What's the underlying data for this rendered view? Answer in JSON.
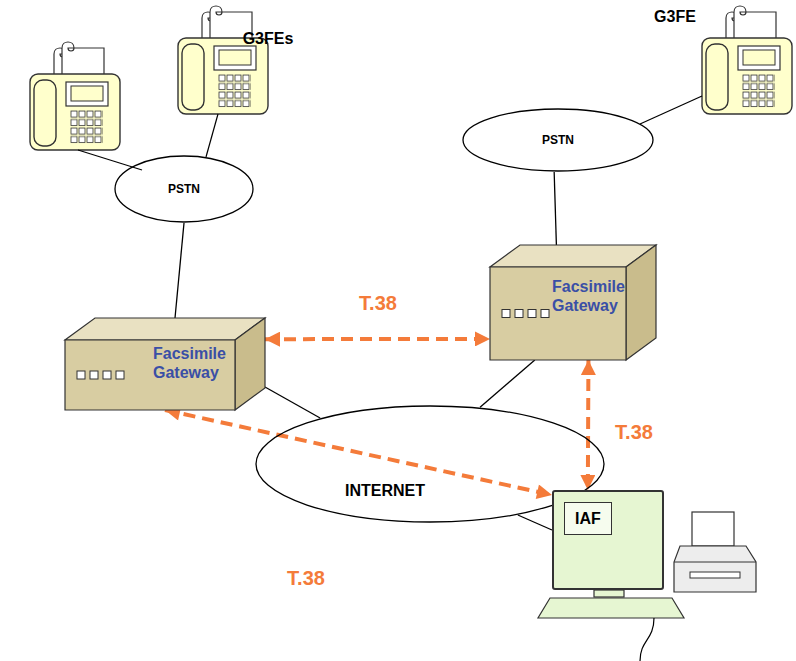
{
  "diagram": {
    "nodes": [
      {
        "text": [
          "PSTN"
        ]
      },
      {
        "text": [
          "PSTN"
        ]
      },
      {
        "text": [
          "Facsimile Gateway"
        ]
      },
      {
        "text": [
          "Facsimile Gateway"
        ]
      },
      {
        "text": [
          "INTERNET"
        ]
      },
      {
        "text": [
          "IAF"
        ]
      }
    ],
    "edges": [
      {
        "from": 1,
        "to": 3,
        "arrow": "none"
      },
      {
        "from": 0,
        "to": 2,
        "arrow": "none"
      },
      {
        "from": 3,
        "to": 2,
        "label": "T.38",
        "arrow": "both"
      },
      {
        "from": 3,
        "to": 4,
        "arrow": "none"
      },
      {
        "from": 2,
        "to": 4,
        "arrow": "none"
      },
      {
        "from": 2,
        "to": 5,
        "label": "T.38",
        "arrow": "both"
      },
      {
        "from": 3,
        "to": 5,
        "label": "T.38",
        "arrow": "both"
      },
      {
        "from": 4,
        "to": 5,
        "arrow": "none"
      }
    ],
    "labels": [
      "G3FEs",
      "G3FE"
    ]
  }
}
